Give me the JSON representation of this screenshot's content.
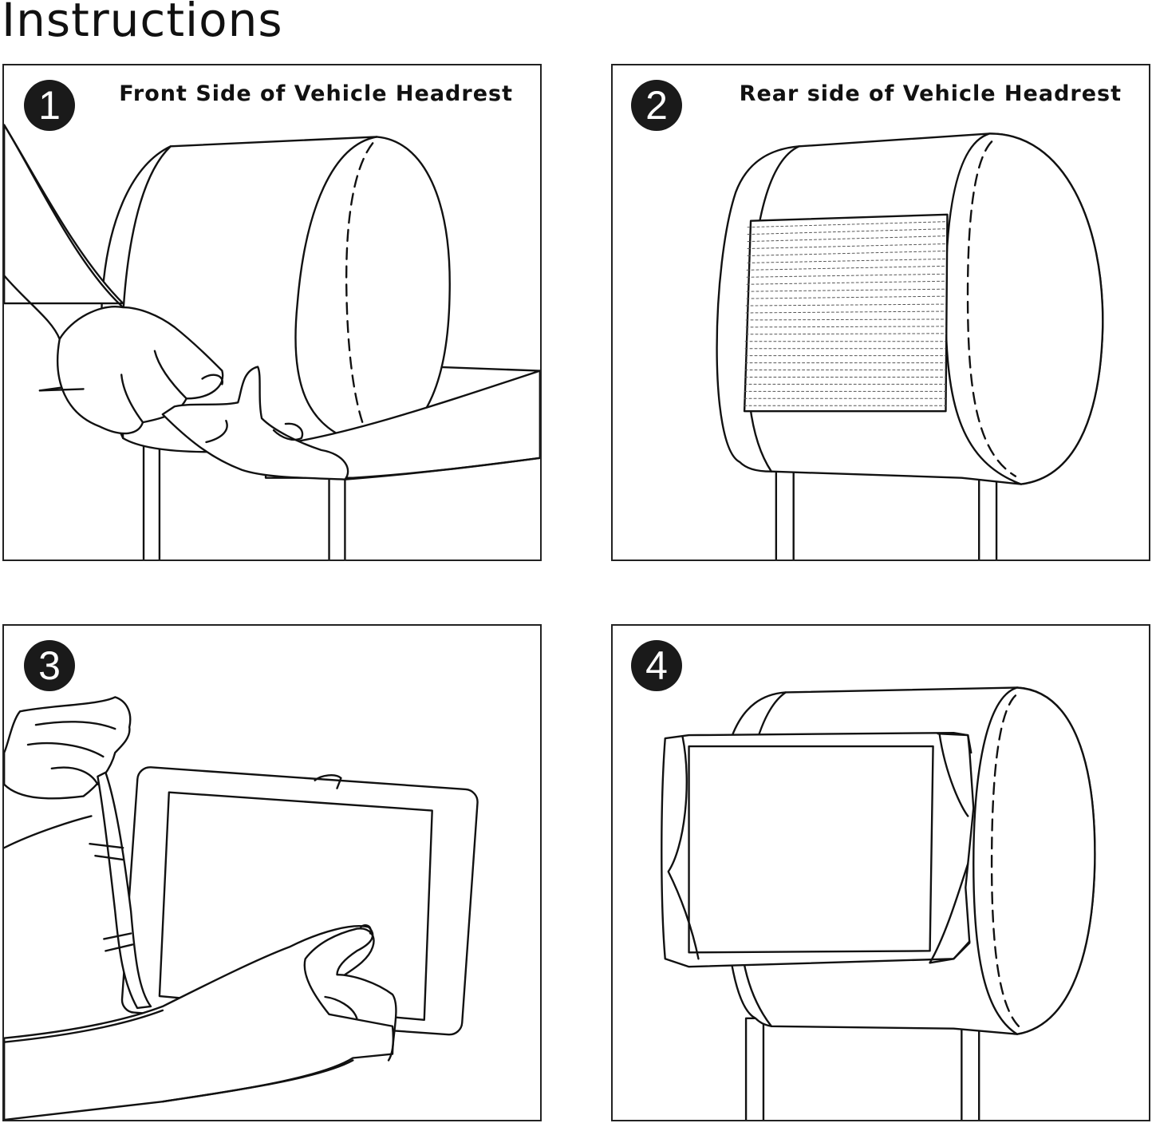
{
  "title": "Instructions",
  "steps": [
    {
      "number": "1",
      "caption": "Front Side of Vehicle Headrest",
      "illustration": "hands-pulling-strap-over-headrest-front"
    },
    {
      "number": "2",
      "caption": "Rear side of Vehicle Headrest",
      "illustration": "headrest-rear-with-mesh-panel"
    },
    {
      "number": "3",
      "caption": "",
      "illustration": "hands-fitting-tablet-into-holder"
    },
    {
      "number": "4",
      "caption": "",
      "illustration": "tablet-mounted-on-headrest"
    }
  ]
}
